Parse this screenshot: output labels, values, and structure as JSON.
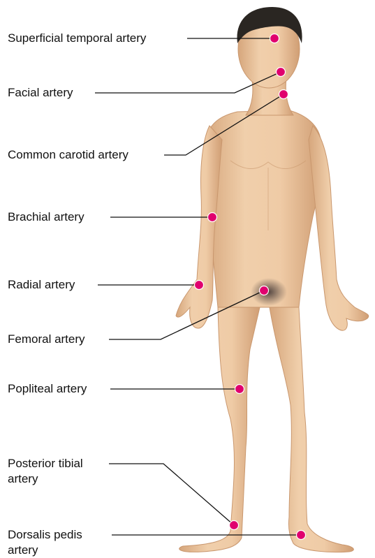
{
  "figure": {
    "labels": {
      "superficial_temporal": "Superficial temporal artery",
      "facial": "Facial artery",
      "common_carotid": "Common carotid artery",
      "brachial": "Brachial artery",
      "radial": "Radial artery",
      "femoral": "Femoral artery",
      "popliteal": "Popliteal artery",
      "posterior_tibial": "Posterior tibial artery",
      "dorsalis_pedis": "Dorsalis pedis artery"
    },
    "colors": {
      "pulse_point": "#e0006e",
      "skin": "#e9c49f",
      "skin_shadow": "#d4a57c",
      "hair": "#2a2622",
      "leader_line": "#111111"
    }
  }
}
